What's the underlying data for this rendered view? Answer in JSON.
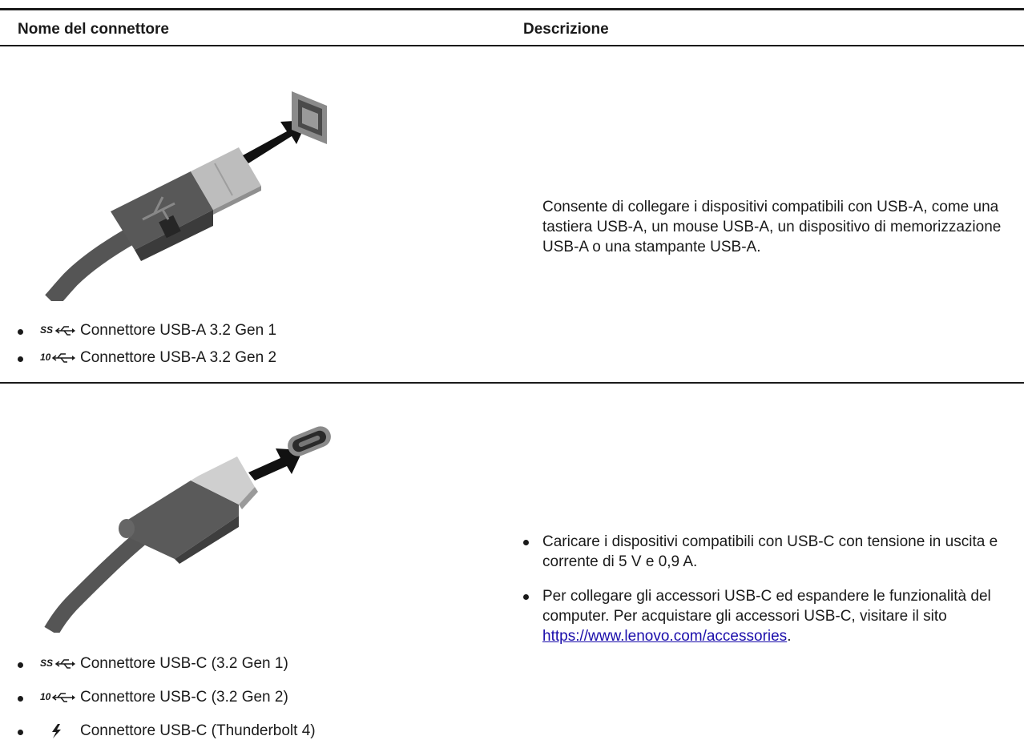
{
  "table": {
    "headers": {
      "name": "Nome del connettore",
      "description": "Descrizione"
    },
    "rows": [
      {
        "connectors": [
          {
            "icon": "superspeed-usb-icon",
            "label": "Connettore USB-A 3.2 Gen 1"
          },
          {
            "icon": "usb-10gbps-icon",
            "label": "Connettore USB-A 3.2 Gen 2"
          }
        ],
        "description": "Consente di collegare i dispositivi compatibili con USB-A, come una tastiera USB-A, un mouse USB-A, un dispositivo di memorizzazione USB-A o una stampante USB-A."
      },
      {
        "connectors": [
          {
            "icon": "superspeed-usb-icon",
            "label": "Connettore USB-C (3.2 Gen 1)"
          },
          {
            "icon": "usb-10gbps-icon",
            "label": "Connettore USB-C (3.2 Gen 2)"
          },
          {
            "icon": "thunderbolt-icon",
            "label": "Connettore USB-C (Thunderbolt 4)"
          }
        ],
        "description_items": [
          {
            "text": "Caricare i dispositivi compatibili con USB-C con tensione in uscita e corrente di 5 V e 0,9 A."
          },
          {
            "text": "Per collegare gli accessori USB-C ed espandere le funzionalità del computer. Per acquistare gli accessori USB-C, visitare il sito ",
            "link": "https://www.lenovo.com/accessories",
            "suffix": "."
          }
        ]
      }
    ]
  },
  "colors": {
    "text": "#1a1a1a",
    "link": "#1a0dab",
    "cable": "#555555",
    "cable_dark": "#3d3d3d"
  }
}
